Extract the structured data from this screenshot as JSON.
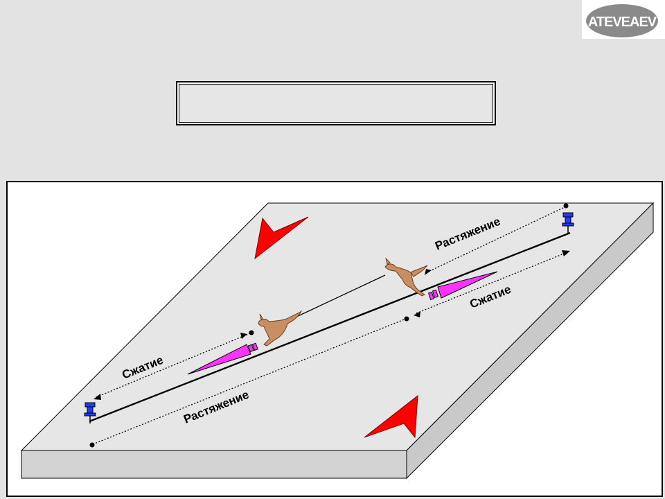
{
  "logo": {
    "text": "ATEVEAEV"
  },
  "title_box": {
    "text": ""
  },
  "labels": {
    "stretch_top": "Растяжение",
    "compress_right": "Сжатие",
    "compress_left": "Сжатие",
    "stretch_bottom": "Растяжение"
  },
  "colors": {
    "background": "#e3e3e3",
    "plate_top": "#e6e6e6",
    "plate_side": "#d3d3d3",
    "arrow_red": "#ff0000",
    "wedge_magenta": "#ff33ff",
    "kangaroo": "#c98f63",
    "pin_blue": "#1f3bff"
  },
  "icons": [
    "logo-badge",
    "pushpin-icon",
    "kangaroo-icon",
    "red-arrow-icon",
    "magenta-wedge-icon"
  ]
}
